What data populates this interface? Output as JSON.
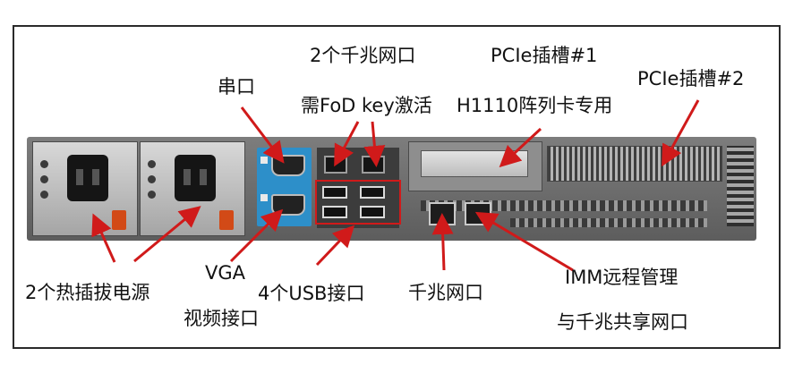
{
  "labels": {
    "dual_gbe": "2个千兆网口",
    "fod_note": "需FoD key激活",
    "serial": "串口",
    "pcie1": "PCIe插槽#1",
    "pcie1_note": "H1110阵列卡专用",
    "pcie2": "PCIe插槽#2",
    "psu": "2个热插拔电源",
    "vga": "VGA",
    "vga_note": "视频接口",
    "usb": "4个USB接口",
    "gbe": "千兆网口",
    "imm": "IMM远程管理",
    "imm_note": "与千兆共享网口"
  },
  "colors": {
    "arrow": "#d01a1a",
    "psu_clip": "#d24a17",
    "serial_panel": "#2d8fc9"
  }
}
